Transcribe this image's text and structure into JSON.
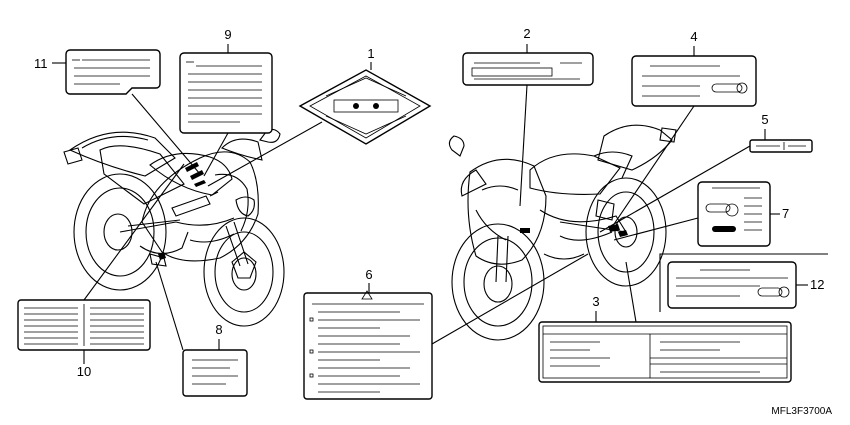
{
  "diagram": {
    "callouts": [
      "1",
      "2",
      "3",
      "4",
      "5",
      "6",
      "7",
      "8",
      "9",
      "10",
      "11",
      "12"
    ],
    "part_code": "MFL3F3700A"
  }
}
